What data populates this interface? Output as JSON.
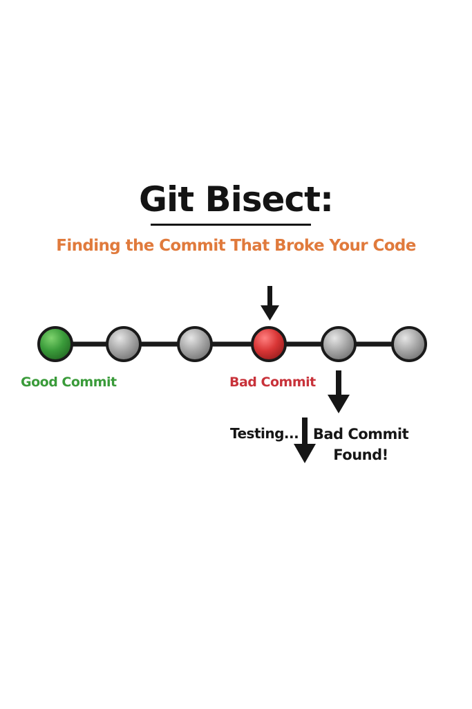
{
  "title": "Git Bisect:",
  "subtitle": "Finding the Commit That Broke Your Code",
  "colors": {
    "good": "#3a9b3a",
    "bad": "#d93636",
    "neutral": "#a7a7a7",
    "line": "#1a1a1a",
    "accent": "#e07a3c"
  },
  "commits": [
    {
      "status": "good"
    },
    {
      "status": "neutral"
    },
    {
      "status": "neutral"
    },
    {
      "status": "bad"
    },
    {
      "status": "neutral"
    },
    {
      "status": "neutral"
    }
  ],
  "labels": {
    "good_commit": "Good Commit",
    "bad_commit": "Bad Commit",
    "testing": "Testing...",
    "found_line1": "Bad Commit",
    "found_line2": "Found!"
  },
  "icons": {
    "arrow_above_bad": "arrow-down-icon",
    "arrow_next": "arrow-down-icon",
    "arrow_testing": "arrow-down-icon"
  }
}
